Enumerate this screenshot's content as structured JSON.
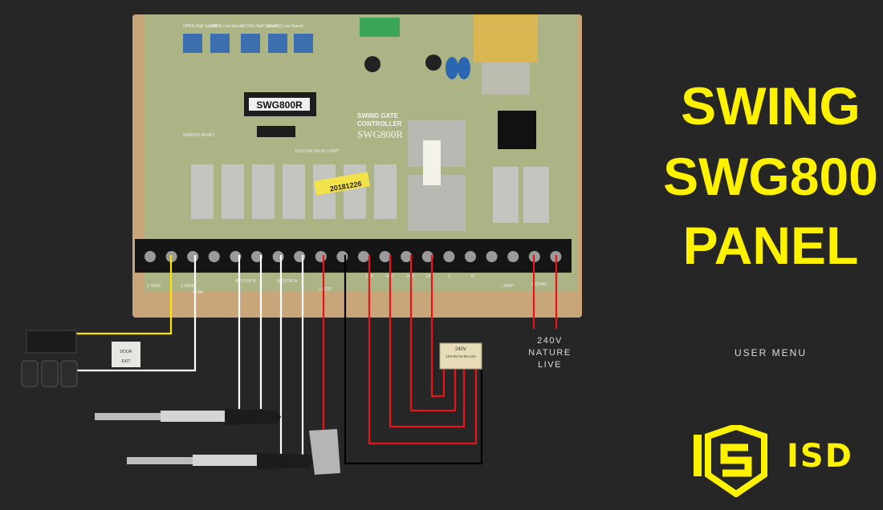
{
  "title": {
    "line1": "SWING",
    "line2": "SWG800",
    "line3": "PANEL"
  },
  "user_menu": "USER MENU",
  "power_label": {
    "line1": "240V",
    "line2": "NATURE",
    "line3": "LIVE"
  },
  "logo": {
    "text": "ISD"
  },
  "board": {
    "chip_label": "SWG800R",
    "controller_line1": "SWING GATE",
    "controller_line2": "CONTROLLER",
    "controller_model": "SWG800R",
    "pot_labels": [
      "OPEN High Speed",
      "OPEN Low Speed",
      "CLOSE High Speed",
      "CLOSE Low Speed"
    ],
    "sticker": "20181226",
    "terminal_labels": [
      "1 SIDE",
      "2 SIDE",
      "COM",
      "MOTOR B",
      "MOTOR A",
      "LOCK",
      "12V",
      "24V",
      "24V",
      "12V",
      "L",
      "N",
      "LAMP",
      "220VAC"
    ],
    "remote_reset": "REMOTE RESET",
    "follow_delay": "FOLLOW DELAY LIGHT"
  },
  "transformer": {
    "line1": "240V",
    "line2": "12V-9V-0V-9V-12V"
  },
  "exit_button": {
    "line1": "DOOR",
    "line2": "EXIT"
  },
  "colors": {
    "accent": "#FFF200",
    "background": "#262626",
    "wire_red": "#E8141B",
    "wire_white": "#FFFFFF",
    "wire_yellow": "#FFE600"
  }
}
